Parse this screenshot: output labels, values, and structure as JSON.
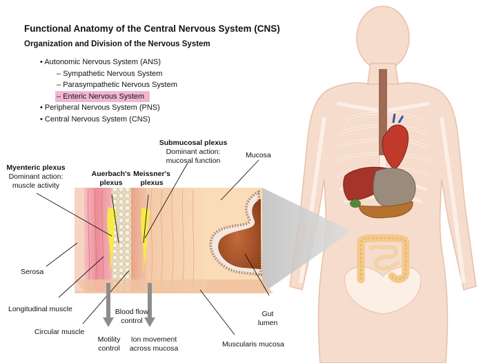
{
  "title": "Functional Anatomy of the Central Nervous System (CNS)",
  "subtitle": "Organization and Division of the Nervous System",
  "outline": [
    {
      "marker": "•",
      "text": "Autonomic Nervous System (ANS)",
      "level": 0,
      "highlight": false
    },
    {
      "marker": "–",
      "text": "Sympathetic Nervous System",
      "level": 1,
      "highlight": false
    },
    {
      "marker": "–",
      "text": "Parasympathetic Nervous System",
      "level": 1,
      "highlight": false
    },
    {
      "marker": "–",
      "text": "Enteric Nervous System",
      "level": 1,
      "highlight": true
    },
    {
      "marker": "•",
      "text": "Peripheral Nervous System (PNS)",
      "level": 0,
      "highlight": false
    },
    {
      "marker": "•",
      "text": "Central Nervous System (CNS)",
      "level": 0,
      "highlight": false
    }
  ],
  "labels": {
    "myenteric_title": "Myenteric plexus",
    "myenteric_action_1": "Dominant action:",
    "myenteric_action_2": "muscle activity",
    "auerbach_1": "Auerbach's",
    "auerbach_2": "plexus",
    "meissner_1": "Meissner's",
    "meissner_2": "plexus",
    "submucosal_title": "Submucosal plexus",
    "submucosal_action_1": "Dominant action:",
    "submucosal_action_2": "mucosal function",
    "mucosa": "Mucosa",
    "serosa": "Serosa",
    "longitudinal": "Longitudinal muscle",
    "circular": "Circular muscle",
    "blood_flow_1": "Blood flow",
    "blood_flow_2": "control",
    "motility_1": "Motility",
    "motility_2": "control",
    "ion_1": "Ion movement",
    "ion_2": "across mucosa",
    "muscularis": "Muscularis mucosa",
    "gut_1": "Gut",
    "gut_2": "lumen"
  },
  "colors": {
    "highlight": "#f2b6d4",
    "body_fill": "#f6dccd",
    "body_outline": "#e9bfa7",
    "plexus_yellow": "#f7ea4a",
    "muscle_pink": "#ee9aa2",
    "lumen_brown": "#a0522d",
    "arrow_gray": "#8c8c8c"
  },
  "icons": [
    "human-body-illustration",
    "gut-wall-cross-section",
    "down-arrow-icon"
  ]
}
